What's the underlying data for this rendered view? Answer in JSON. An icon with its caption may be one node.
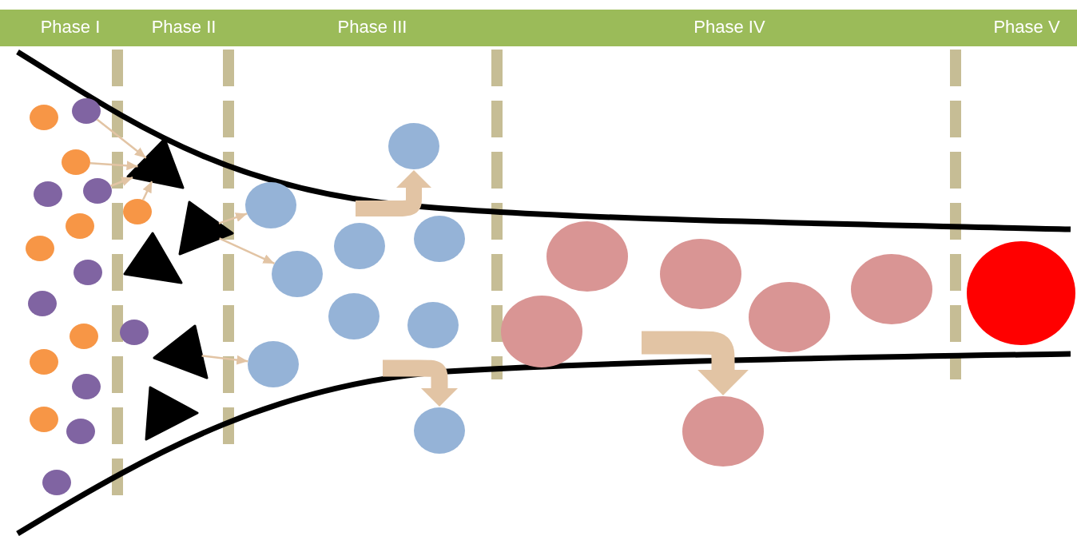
{
  "diagram": {
    "nodes": [
      {
        "text": [],
        "shape": "circle"
      },
      {
        "text": [],
        "shape": "circle"
      },
      {
        "text": [],
        "shape": "circle"
      },
      {
        "text": [],
        "shape": "circle"
      },
      {
        "text": [],
        "shape": "circle"
      },
      {
        "text": [],
        "shape": "circle"
      },
      {
        "text": [],
        "shape": "circle"
      },
      {
        "text": [],
        "shape": "circle"
      },
      {
        "text": [],
        "shape": "circle"
      },
      {
        "text": [],
        "shape": "circle"
      },
      {
        "text": [],
        "shape": "circle"
      },
      {
        "text": [],
        "shape": "circle"
      },
      {
        "text": [],
        "shape": "circle"
      },
      {
        "text": [],
        "shape": "circle"
      },
      {
        "text": [],
        "shape": "circle"
      },
      {
        "text": [],
        "shape": "circle"
      },
      {
        "text": [],
        "shape": "circle"
      },
      {
        "text": [],
        "shape": "triangle"
      },
      {
        "text": [],
        "shape": "triangle"
      },
      {
        "text": [],
        "shape": "triangle"
      },
      {
        "text": [],
        "shape": "triangle"
      },
      {
        "text": [],
        "shape": "triangle"
      },
      {
        "text": [],
        "shape": "circle"
      },
      {
        "text": [],
        "shape": "circle"
      },
      {
        "text": [],
        "shape": "circle"
      },
      {
        "text": [],
        "shape": "circle"
      },
      {
        "text": [],
        "shape": "circle"
      },
      {
        "text": [],
        "shape": "circle"
      },
      {
        "text": [],
        "shape": "circle"
      },
      {
        "text": [],
        "shape": "circle"
      },
      {
        "text": [],
        "shape": "circle"
      },
      {
        "text": [],
        "shape": "circle"
      },
      {
        "text": [],
        "shape": "circle"
      },
      {
        "text": [],
        "shape": "circle"
      },
      {
        "text": [],
        "shape": "circle"
      },
      {
        "text": [],
        "shape": "circle"
      },
      {
        "text": [],
        "shape": "circle"
      },
      {
        "text": [],
        "shape": "circle"
      }
    ],
    "edges": [
      {
        "from": 8,
        "to": 17,
        "arrow": "to"
      },
      {
        "from": 1,
        "to": 17,
        "arrow": "to"
      },
      {
        "from": 9,
        "to": 17,
        "arrow": "to"
      },
      {
        "from": 2,
        "to": 17,
        "arrow": "to"
      },
      {
        "from": 18,
        "to": 23,
        "arrow": "to"
      },
      {
        "from": 18,
        "to": 26,
        "arrow": "to"
      },
      {
        "from": 20,
        "to": 29,
        "arrow": "to"
      },
      {
        "from": null,
        "to": 22,
        "arrow": "to",
        "style": "thick"
      },
      {
        "from": null,
        "to": 30,
        "arrow": "to",
        "style": "thick"
      },
      {
        "from": null,
        "to": 36,
        "arrow": "to",
        "style": "thick"
      }
    ],
    "labels": [
      "Phase I",
      "Phase II",
      "Phase III",
      "Phase IV",
      "Phase V"
    ]
  }
}
